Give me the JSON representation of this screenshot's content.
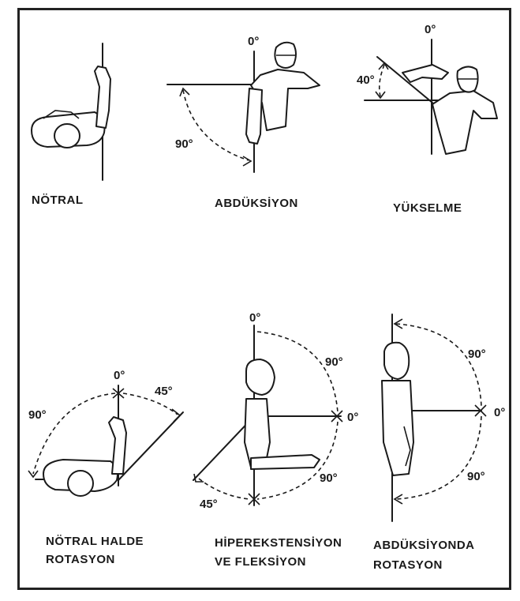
{
  "panels": {
    "notral": {
      "caption": "NÖTRAL"
    },
    "abduksiyon": {
      "caption": "ABDÜKSİYON",
      "angle_top": "0°",
      "angle_arc": "90°"
    },
    "yukselme": {
      "caption": "YÜKSELME",
      "angle_top": "0°",
      "angle_arc": "40°"
    },
    "notral_halde": {
      "caption_line1": "NÖTRAL HALDE",
      "caption_line2": "ROTASYON",
      "angle_top": "0°",
      "angle_left": "90°",
      "angle_right": "45°"
    },
    "hiperekstensiyon": {
      "caption_line1": "HİPEREKSTENSİYON",
      "caption_line2": "VE FLEKSİYON",
      "angle_top": "0°",
      "angle_upper_arc": "90°",
      "angle_mid": "0°",
      "angle_lower_arc": "90°",
      "angle_bottom_left": "45°"
    },
    "abduksiyonda": {
      "caption_line1": "ABDÜKSİYONDA",
      "caption_line2": "ROTASYON",
      "angle_upper": "90°",
      "angle_mid": "0°",
      "angle_lower": "90°"
    }
  },
  "colors": {
    "ink": "#1a1a1a",
    "paper": "#ffffff"
  }
}
